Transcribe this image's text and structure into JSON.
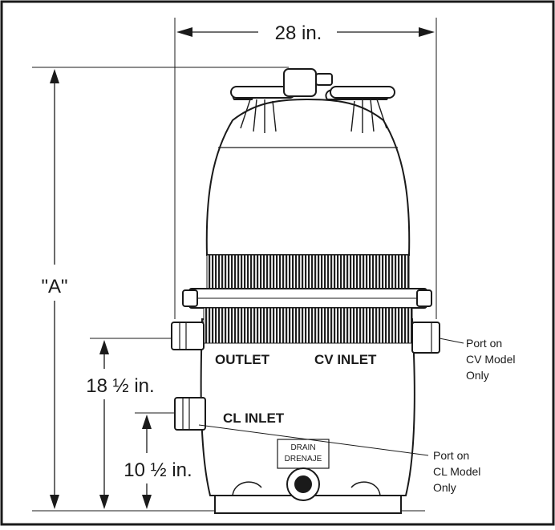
{
  "dimensions": {
    "width": "28  in.",
    "height": "\"A\"",
    "outlet_height": "18 ½ in.",
    "cl_inlet_height": "10 ½ in."
  },
  "ports": {
    "outlet": "OUTLET",
    "cv_inlet": "CV INLET",
    "cl_inlet": "CL INLET",
    "drain_en": "DRAIN",
    "drain_es": "DRENAJE"
  },
  "notes": {
    "cv": [
      "Port on",
      "CV Model",
      "Only"
    ],
    "cl": [
      "Port on",
      "CL Model",
      "Only"
    ]
  },
  "colors": {
    "line": "#1a1a1a",
    "band": "#2a2a2a"
  }
}
